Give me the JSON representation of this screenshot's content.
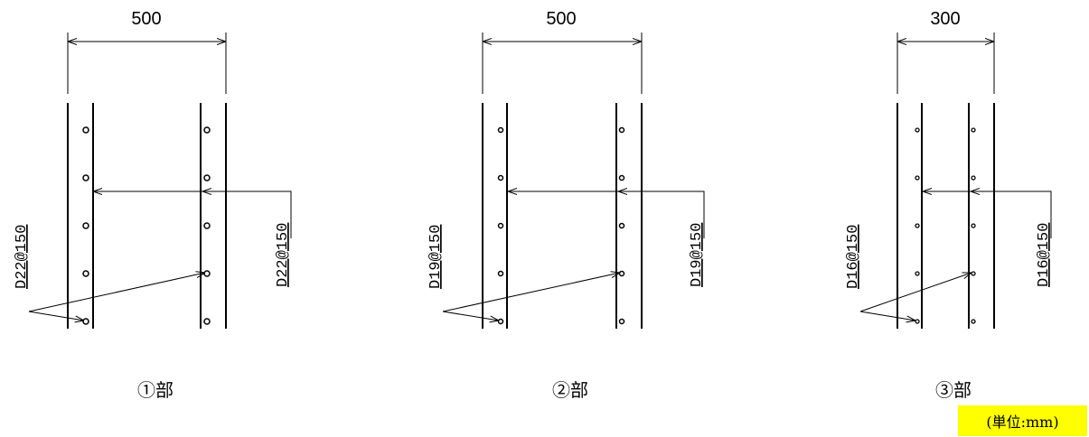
{
  "sections": [
    {
      "id": "s1",
      "width_dim": "500",
      "bar_label_left": "D22@150",
      "bar_label_right": "D22@150",
      "caption": "①部"
    },
    {
      "id": "s2",
      "width_dim": "500",
      "bar_label_left": "D19@150",
      "bar_label_right": "D19@150",
      "caption": "②部"
    },
    {
      "id": "s3",
      "width_dim": "300",
      "bar_label_left": "D16@150",
      "bar_label_right": "D16@150",
      "caption": "③部"
    }
  ],
  "units_note": "(単位:mm)",
  "colors": {
    "line": "#000000",
    "highlight": "#ffff00"
  }
}
